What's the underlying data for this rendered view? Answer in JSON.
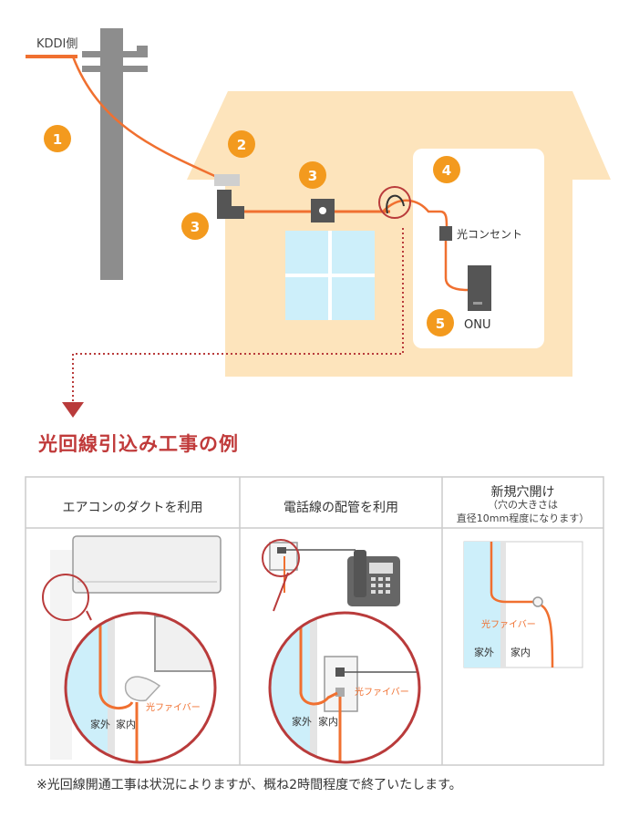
{
  "top": {
    "kddi_label": "KDDI側",
    "markers": [
      "1",
      "2",
      "3",
      "3",
      "4",
      "5"
    ],
    "outlet_label": "光コンセント",
    "onu_label": "ONU"
  },
  "section_title": "光回線引込み工事の例",
  "methods": [
    {
      "title": "エアコンのダクトを利用",
      "outside": "家外",
      "inside": "家内",
      "fiber": "光ファイバー"
    },
    {
      "title": "電話線の配管を利用",
      "outside": "家外",
      "inside": "家内",
      "fiber": "光ファイバー"
    },
    {
      "title": "新規穴開け",
      "subtitle_line1": "（穴の大きさは",
      "subtitle_line2": "直径10mm程度になります）",
      "outside": "家外",
      "inside": "家内",
      "fiber": "光ファイバー"
    }
  ],
  "footnote": "※光回線開通工事は状況によりますが、概ね2時間程度で終了いたします。",
  "colors": {
    "fiber": "#f07030",
    "marker": "#f39a1e",
    "house": "#fde4bc",
    "pole": "#8d8d8d",
    "accent_red": "#b93b3b",
    "window": "#cdeffa"
  }
}
